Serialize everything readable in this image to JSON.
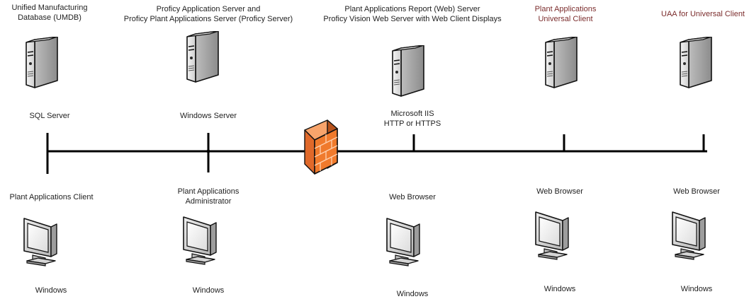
{
  "colors": {
    "network_line": "#000000",
    "label_text": "#1f1f1f",
    "accent_label_text": "#7b2c2c",
    "firewall_orange": "#f07a2c",
    "server_body": "#e9e9e9",
    "monitor_body": "#d7d7d7"
  },
  "servers": [
    {
      "icon": "server-icon",
      "title": "Unified Manufacturing\nDatabase (UMDB)",
      "caption": "SQL Server"
    },
    {
      "icon": "server-icon",
      "title": "Proficy Application Server and\nProficy Plant Applications Server (Proficy Server)",
      "caption": "Windows Server"
    },
    {
      "icon": "server-icon",
      "title": "Plant Applications Report (Web) Server\nProficy Vision Web Server with Web Client Displays",
      "caption": "Microsoft IIS\nHTTP or HTTPS"
    },
    {
      "icon": "server-icon",
      "title": "Plant Applications\nUniversal Client",
      "caption": ""
    },
    {
      "icon": "server-icon",
      "title": "UAA for Universal Client",
      "caption": ""
    }
  ],
  "clients": [
    {
      "icon": "monitor-icon",
      "title": "Plant Applications Client",
      "caption": "Windows"
    },
    {
      "icon": "monitor-icon",
      "title": "Plant Applications\nAdministrator",
      "caption": "Windows"
    },
    {
      "icon": "monitor-icon",
      "title": "Web Browser",
      "caption": "Windows"
    },
    {
      "icon": "monitor-icon",
      "title": "Web Browser",
      "caption": "Windows"
    },
    {
      "icon": "monitor-icon",
      "title": "Web Browser",
      "caption": "Windows"
    }
  ],
  "firewall": {
    "icon": "firewall-icon"
  }
}
